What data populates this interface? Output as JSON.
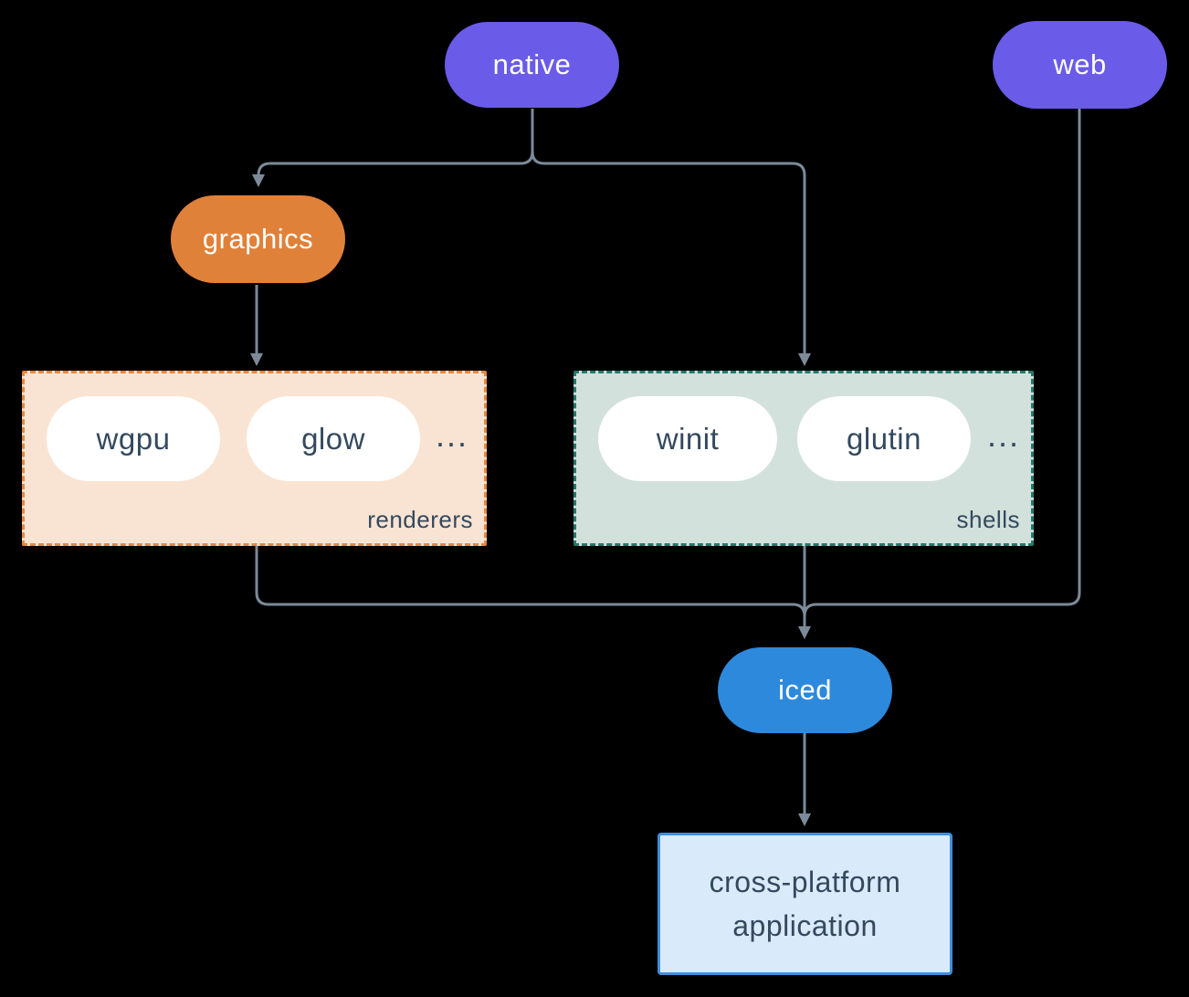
{
  "colors": {
    "page_bg": "#000000",
    "node_purple": "#6a5be8",
    "node_orange": "#e0813a",
    "node_blue": "#2d89dc",
    "renderers_bg": "#f9e4d3",
    "renderers_border": "#e6873f",
    "shells_bg": "#d2e1db",
    "shells_border": "#23796a",
    "app_bg": "#d9eafb",
    "app_border": "#3f8edd",
    "pill_white": "#ffffff",
    "text_light": "#ffffff",
    "text_dark": "#34495e",
    "line": "#7c8a99"
  },
  "diagram": {
    "nodes": {
      "native": "native",
      "web": "web",
      "graphics": "graphics",
      "iced": "iced",
      "application": "cross-platform application"
    },
    "groups": {
      "renderers": {
        "label": "renderers",
        "items": [
          "wgpu",
          "glow"
        ],
        "more": "..."
      },
      "shells": {
        "label": "shells",
        "items": [
          "winit",
          "glutin"
        ],
        "more": "..."
      }
    }
  }
}
